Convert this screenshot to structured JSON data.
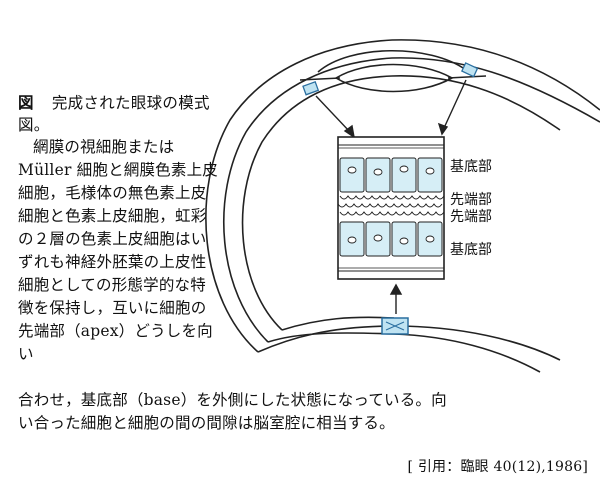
{
  "figure": {
    "label": "図",
    "title": "完成された眼球の模式図。"
  },
  "body_text": {
    "para_a": "網膜の視細胞または Müller 細胞と網膜色素上皮細胞，毛様体の無色素上皮細胞と色素上皮細胞，虹彩の２層の色素上皮細胞はいずれも神経外胚葉の上皮性細胞としての形態学的な特徴を保持し，互いに細胞の先端部（apex）どうしを向い",
    "para_b": "合わせ，基底部（base）を外側にした状態になっている。向い合った細胞と細胞の間の間隙は脳室腔に相当する。"
  },
  "diagram_labels": {
    "basal_top": "基底部",
    "apical_top": "先端部",
    "apical_bottom": "先端部",
    "basal_bottom": "基底部"
  },
  "citation": "[ 引用：臨眼 40(12),1986]",
  "colors": {
    "highlight_fill": "#bfe3f2",
    "highlight_stroke": "#2a6fa0",
    "line": "#222222"
  }
}
